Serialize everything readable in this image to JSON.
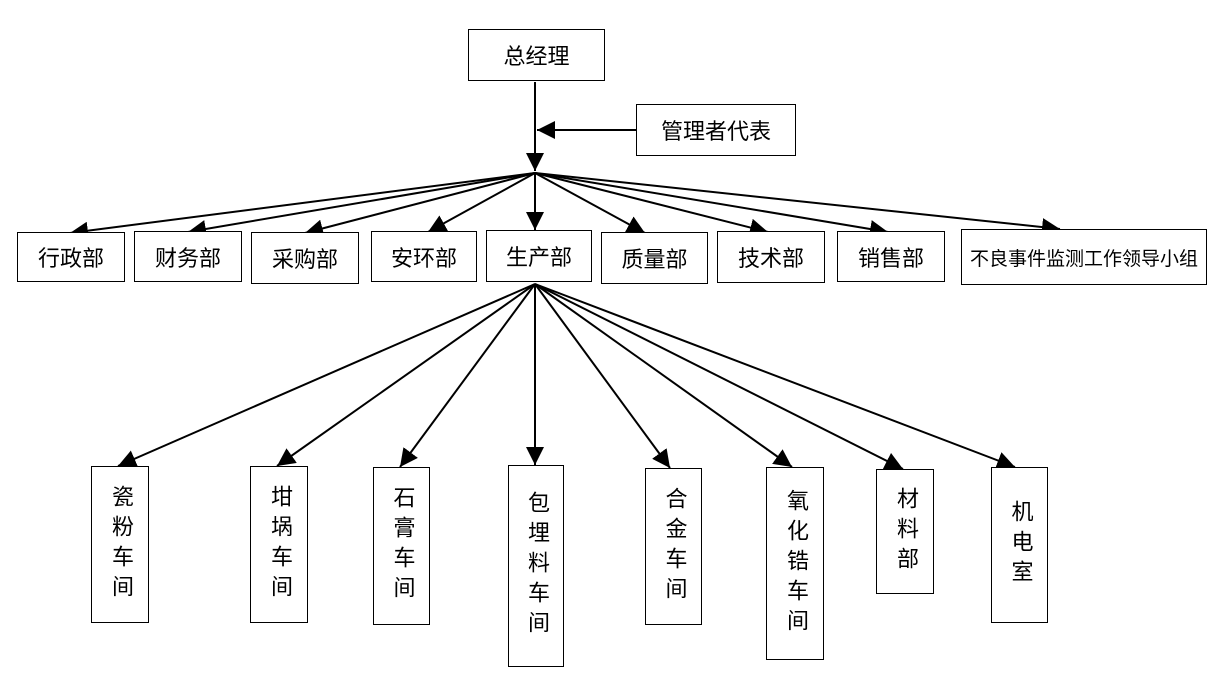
{
  "top": "总经理",
  "representative": "管理者代表",
  "departments": [
    "行政部",
    "财务部",
    "采购部",
    "安环部",
    "生产部",
    "质量部",
    "技术部",
    "销售部",
    "不良事件监测工作领导小组"
  ],
  "workshops": [
    "瓷粉车间",
    "坩埚车间",
    "石膏车间",
    "包埋料车间",
    "合金车间",
    "氧化锆车间",
    "材料部",
    "机电室"
  ]
}
